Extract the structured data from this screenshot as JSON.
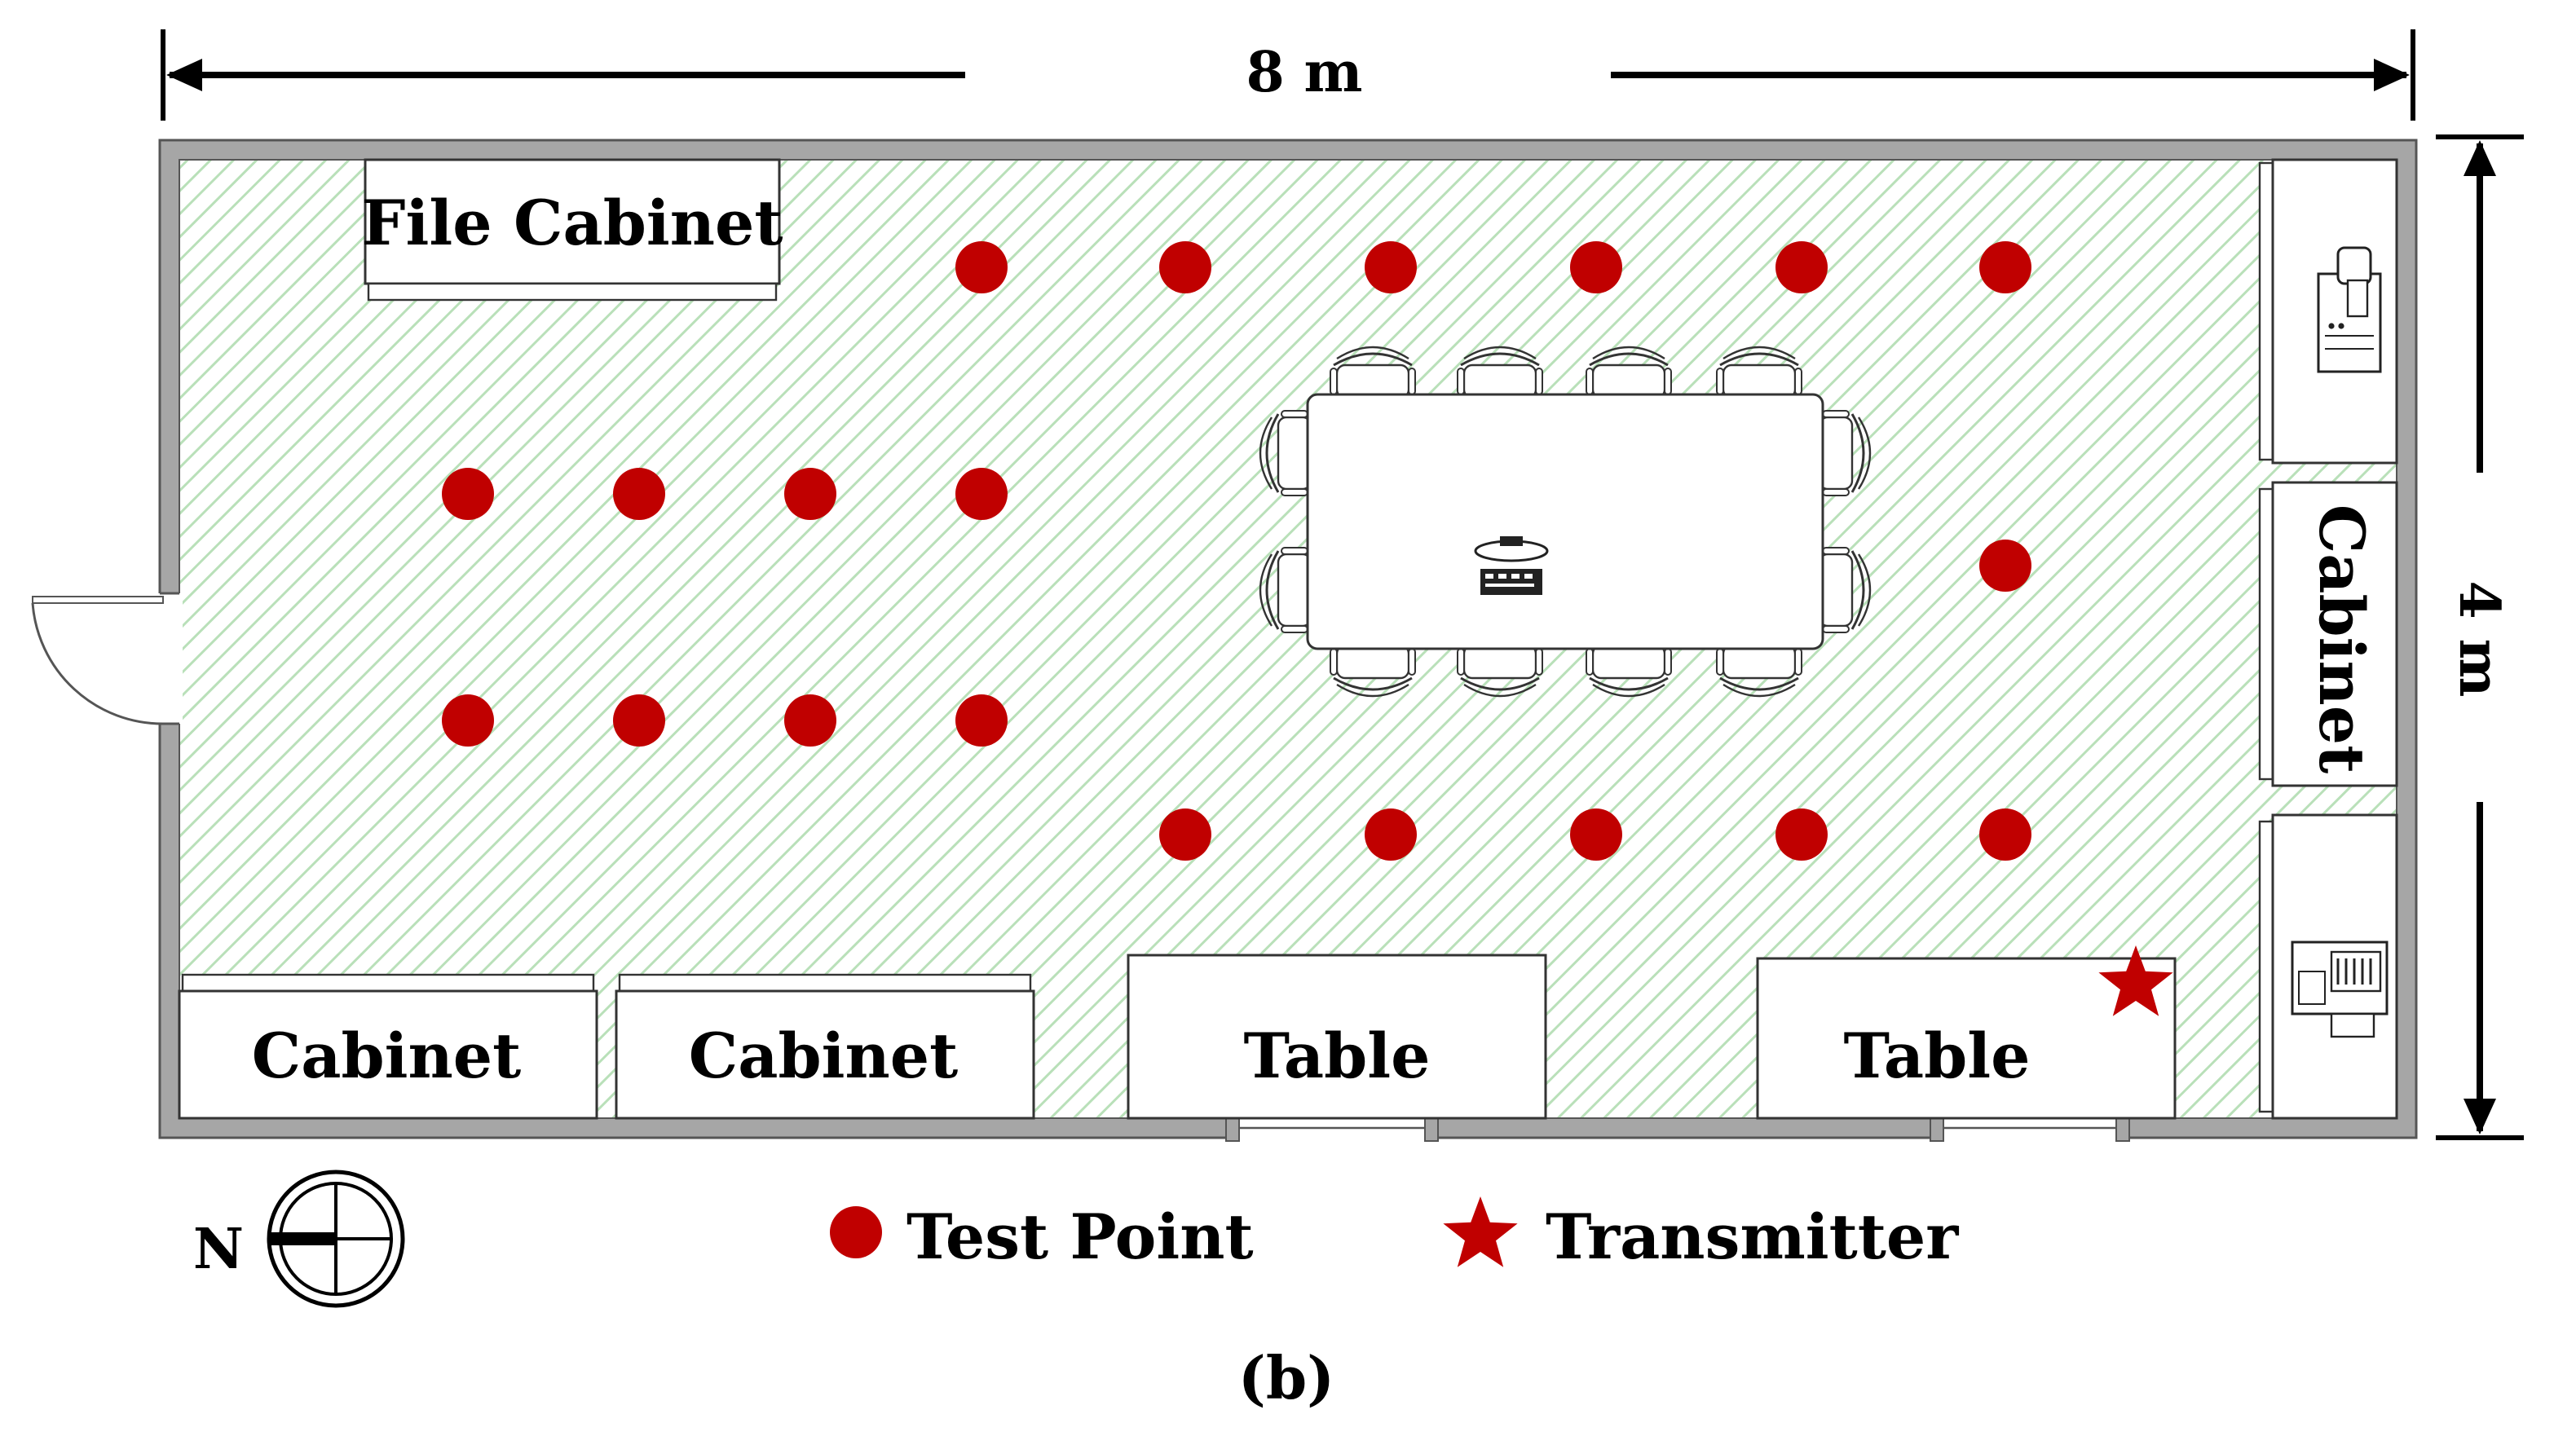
{
  "dimensions": {
    "width_label": "8 m",
    "height_label": "4 m"
  },
  "furniture": {
    "file_cabinet": "File Cabinet",
    "cabinet_left": "Cabinet",
    "cabinet_middle": "Cabinet",
    "cabinet_right": "Cabinet",
    "table_left": "Table",
    "table_right": "Table"
  },
  "compass": {
    "label": "N"
  },
  "legend": {
    "test_point": "Test Point",
    "transmitter": "Transmitter"
  },
  "caption": "(b)",
  "colors": {
    "marker": "#c00000",
    "wall": "#a6a6a6",
    "floor_hatch": "#b9e0b9"
  }
}
